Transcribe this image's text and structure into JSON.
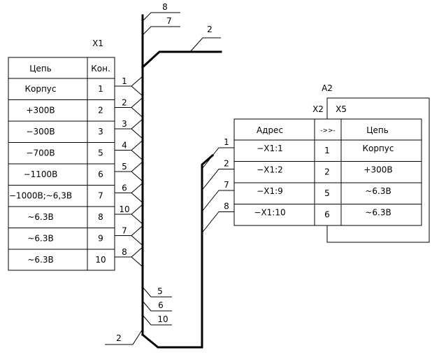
{
  "x1": {
    "title": "X1",
    "header_circuit": "Цепь",
    "header_contact": "Кон.",
    "rows": [
      {
        "circuit": "Корпус",
        "contact": "1",
        "wire": "1"
      },
      {
        "circuit": "+300В",
        "contact": "2",
        "wire": "2"
      },
      {
        "circuit": "−300В",
        "contact": "3",
        "wire": "3"
      },
      {
        "circuit": "−700В",
        "contact": "5",
        "wire": "4"
      },
      {
        "circuit": "−1100В",
        "contact": "6",
        "wire": "5"
      },
      {
        "circuit": "−1000В;~6,3В",
        "contact": "7",
        "wire": "6"
      },
      {
        "circuit": "~6.3В",
        "contact": "8",
        "wire": "10"
      },
      {
        "circuit": "~6.3В",
        "contact": "9",
        "wire": "7"
      },
      {
        "circuit": "~6.3В",
        "contact": "10",
        "wire": "8"
      }
    ]
  },
  "bus_top_labels": [
    "8",
    "7"
  ],
  "bus_branch_label": "2",
  "bus_bottom_labels": [
    "5",
    "6",
    "10"
  ],
  "bus_end_label": "2",
  "a2": {
    "title": "A2",
    "x2_label": "X2",
    "x5_label": "X5",
    "header_address": "Адрес",
    "header_arrow": "->>-",
    "header_circuit": "Цепь",
    "rows": [
      {
        "wire": "1",
        "address": "−X1:1",
        "contact": "1",
        "circuit": "Корпус"
      },
      {
        "wire": "2",
        "address": "−X1:2",
        "contact": "2",
        "circuit": "+300В"
      },
      {
        "wire": "7",
        "address": "−X1:9",
        "contact": "5",
        "circuit": "~6.3В"
      },
      {
        "wire": "8",
        "address": "−X1:10",
        "contact": "6",
        "circuit": "~6.3В"
      }
    ]
  }
}
